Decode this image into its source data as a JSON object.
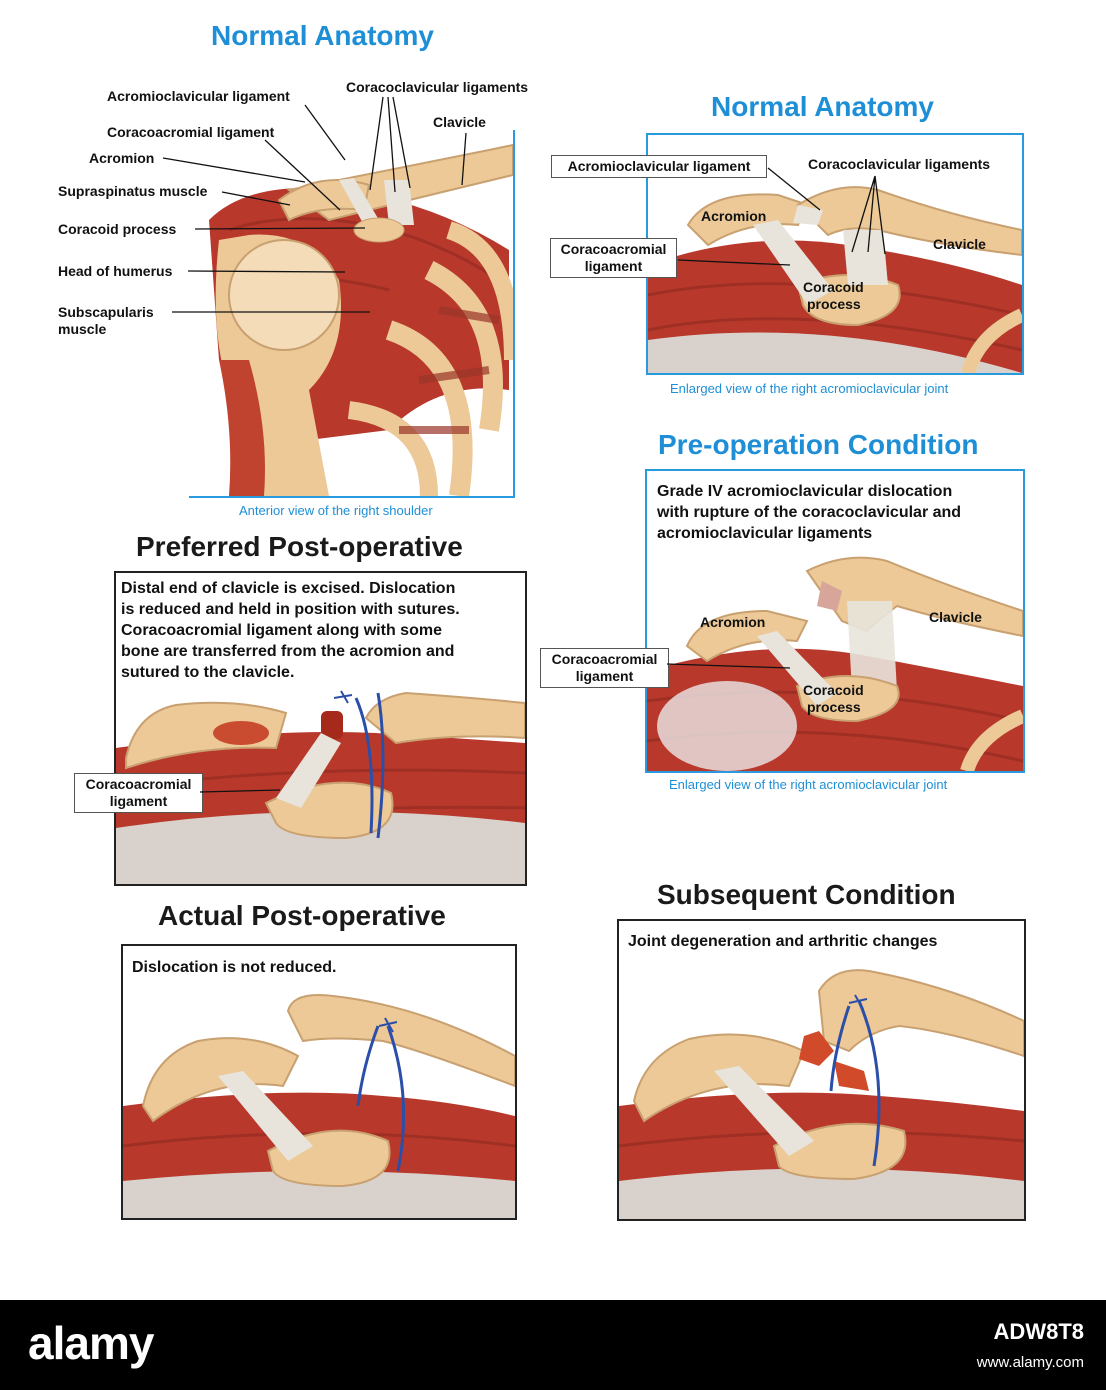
{
  "panels": {
    "anterior": {
      "title": "Normal Anatomy",
      "caption": "Anterior view of the right shoulder",
      "labels": {
        "acromioclavicular_ligament": "Acromioclavicular ligament",
        "coracoclavicular_ligaments": "Coracoclavicular ligaments",
        "coracoacromial_ligament": "Coracoacromial ligament",
        "clavicle": "Clavicle",
        "acromion": "Acromion",
        "supraspinatus_muscle": "Supraspinatus muscle",
        "coracoid_process": "Coracoid process",
        "head_of_humerus": "Head of humerus",
        "subscapularis_line1": "Subscapularis",
        "subscapularis_line2": "muscle"
      }
    },
    "enlarged_normal": {
      "title": "Normal Anatomy",
      "caption": "Enlarged view of the right acromioclavicular joint",
      "labels": {
        "acromioclavicular_ligament": "Acromioclavicular ligament",
        "coracoclavicular_ligaments": "Coracoclavicular ligaments",
        "acromion": "Acromion",
        "coracoacromial_line1": "Coracoacromial",
        "coracoacromial_line2": "ligament",
        "clavicle": "Clavicle",
        "coracoid_line1": "Coracoid",
        "coracoid_line2": "process"
      }
    },
    "preop": {
      "title": "Pre-operation Condition",
      "caption": "Enlarged view of the right acromioclavicular joint",
      "description": [
        "Grade IV acromioclavicular dislocation",
        "with rupture of the coracoclavicular and",
        "acromioclavicular ligaments"
      ],
      "labels": {
        "acromion": "Acromion",
        "clavicle": "Clavicle",
        "coracoacromial_line1": "Coracoacromial",
        "coracoacromial_line2": "ligament",
        "coracoid_line1": "Coracoid",
        "coracoid_line2": "process"
      }
    },
    "preferred": {
      "title": "Preferred Post-operative",
      "description": [
        "Distal end of clavicle is excised. Dislocation",
        "is reduced and held in position with sutures.",
        "Coracoacromial ligament along with some",
        "bone are transferred from the acromion and",
        "sutured to the clavicle."
      ],
      "labels": {
        "coracoacromial_line1": "Coracoacromial",
        "coracoacromial_line2": "ligament"
      }
    },
    "actual": {
      "title": "Actual Post-operative",
      "description": [
        "Dislocation is not reduced."
      ]
    },
    "subsequent": {
      "title": "Subsequent Condition",
      "description": [
        "Joint degeneration and arthritic changes"
      ]
    }
  },
  "footer": {
    "logo": "alamy",
    "image_code": "ADW8T8",
    "url": "www.alamy.com"
  },
  "colors": {
    "accent_blue": "#1e8fd6",
    "muscle_red": "#b8392c",
    "bone": "#ecc997",
    "ligament": "#e8e4dc",
    "suture": "#2b4fa8"
  }
}
